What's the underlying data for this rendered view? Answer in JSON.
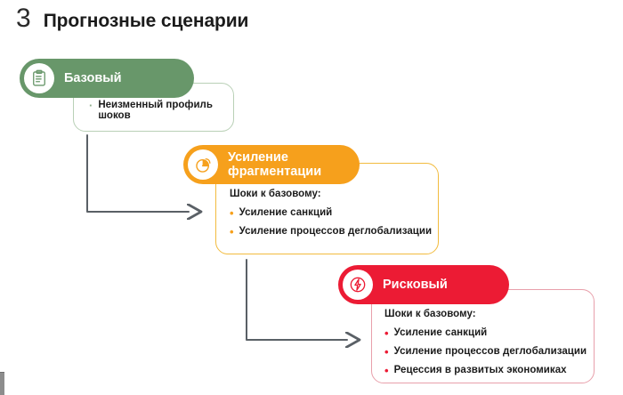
{
  "slide": {
    "number": "3",
    "title": "Прогнозные сценарии"
  },
  "colors": {
    "green": "#68976a",
    "green_border": "#b9d0b6",
    "orange": "#f6a01c",
    "orange_border": "#f2bb3e",
    "red": "#ec1b34",
    "red_border": "#e8a0ab",
    "arrow": "#5a6066",
    "title": "#1b1b1b"
  },
  "scenarios": [
    {
      "id": "baseline",
      "icon": "clipboard-icon",
      "label": "Базовый",
      "heading": "",
      "bullets": [
        "Неизменный профиль шоков"
      ]
    },
    {
      "id": "fragmentation",
      "icon": "pie-chart-icon",
      "label": "Усиление\nфрагментации",
      "heading": "Шоки к базовому:",
      "bullets": [
        "Усиление санкций",
        "Усиление процессов деглобализации"
      ]
    },
    {
      "id": "risk",
      "icon": "lightning-bolt-icon",
      "label": "Рисковый",
      "heading": "Шоки к базовому:",
      "bullets": [
        "Усиление санкций",
        "Усиление процессов деглобализации",
        "Рецессия в развитых экономиках"
      ]
    }
  ]
}
